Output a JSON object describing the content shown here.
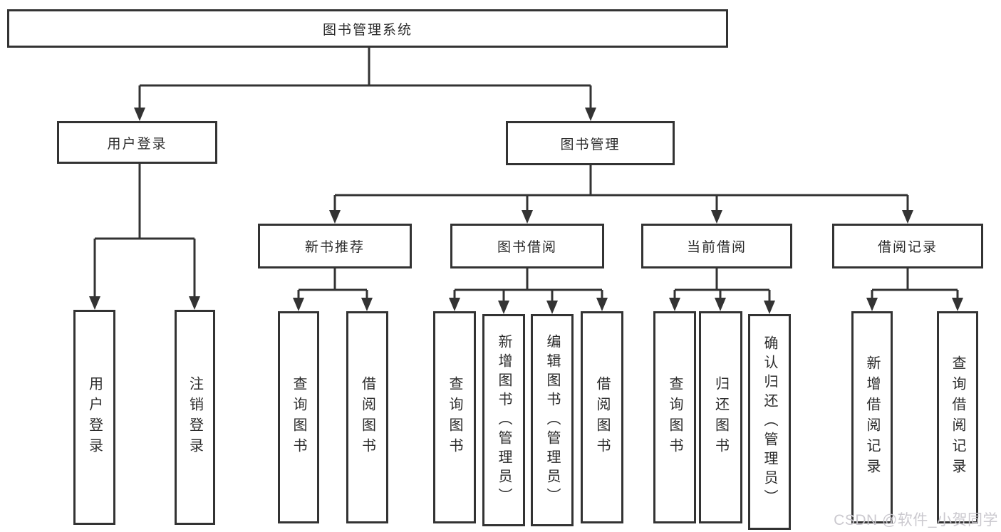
{
  "diagram": {
    "type": "hierarchy-tree",
    "colors": {
      "line": "#333333",
      "text": "#2b2b2b",
      "background": "#ffffff",
      "watermark": "#c9c7cd"
    },
    "nodes": {
      "root": "图书管理系统",
      "userLogin": "用户登录",
      "bookManagement": "图书管理",
      "newBookRecommend": "新书推荐",
      "bookBorrow": "图书借阅",
      "currentBorrow": "当前借阅",
      "borrowRecord": "借阅记录",
      "leafUserLogin": "用户登录",
      "leafLogout": "注销登录",
      "nbQueryBook": "查询图书",
      "nbBorrowBook": "借阅图书",
      "bbQueryBook": "查询图书",
      "bbAddBook": "新增图书（管理员）",
      "bbEditBook": "编辑图书（管理员）",
      "bbBorrowBook": "借阅图书",
      "cbQueryBook": "查询图书",
      "cbReturnBook": "归还图书",
      "cbConfirmReturn": "确认归还（管理员）",
      "brAddRecord": "新增借阅记录",
      "brQueryRecord": "查询借阅记录"
    },
    "edges": [
      [
        "root",
        "userLogin"
      ],
      [
        "root",
        "bookManagement"
      ],
      [
        "userLogin",
        "leafUserLogin"
      ],
      [
        "userLogin",
        "leafLogout"
      ],
      [
        "bookManagement",
        "newBookRecommend"
      ],
      [
        "bookManagement",
        "bookBorrow"
      ],
      [
        "bookManagement",
        "currentBorrow"
      ],
      [
        "bookManagement",
        "borrowRecord"
      ],
      [
        "newBookRecommend",
        "nbQueryBook"
      ],
      [
        "newBookRecommend",
        "nbBorrowBook"
      ],
      [
        "bookBorrow",
        "bbQueryBook"
      ],
      [
        "bookBorrow",
        "bbAddBook"
      ],
      [
        "bookBorrow",
        "bbEditBook"
      ],
      [
        "bookBorrow",
        "bbBorrowBook"
      ],
      [
        "currentBorrow",
        "cbQueryBook"
      ],
      [
        "currentBorrow",
        "cbReturnBook"
      ],
      [
        "currentBorrow",
        "cbConfirmReturn"
      ],
      [
        "borrowRecord",
        "brAddRecord"
      ],
      [
        "borrowRecord",
        "brQueryRecord"
      ]
    ],
    "watermark": "CSDN @软件_小贺同学"
  }
}
